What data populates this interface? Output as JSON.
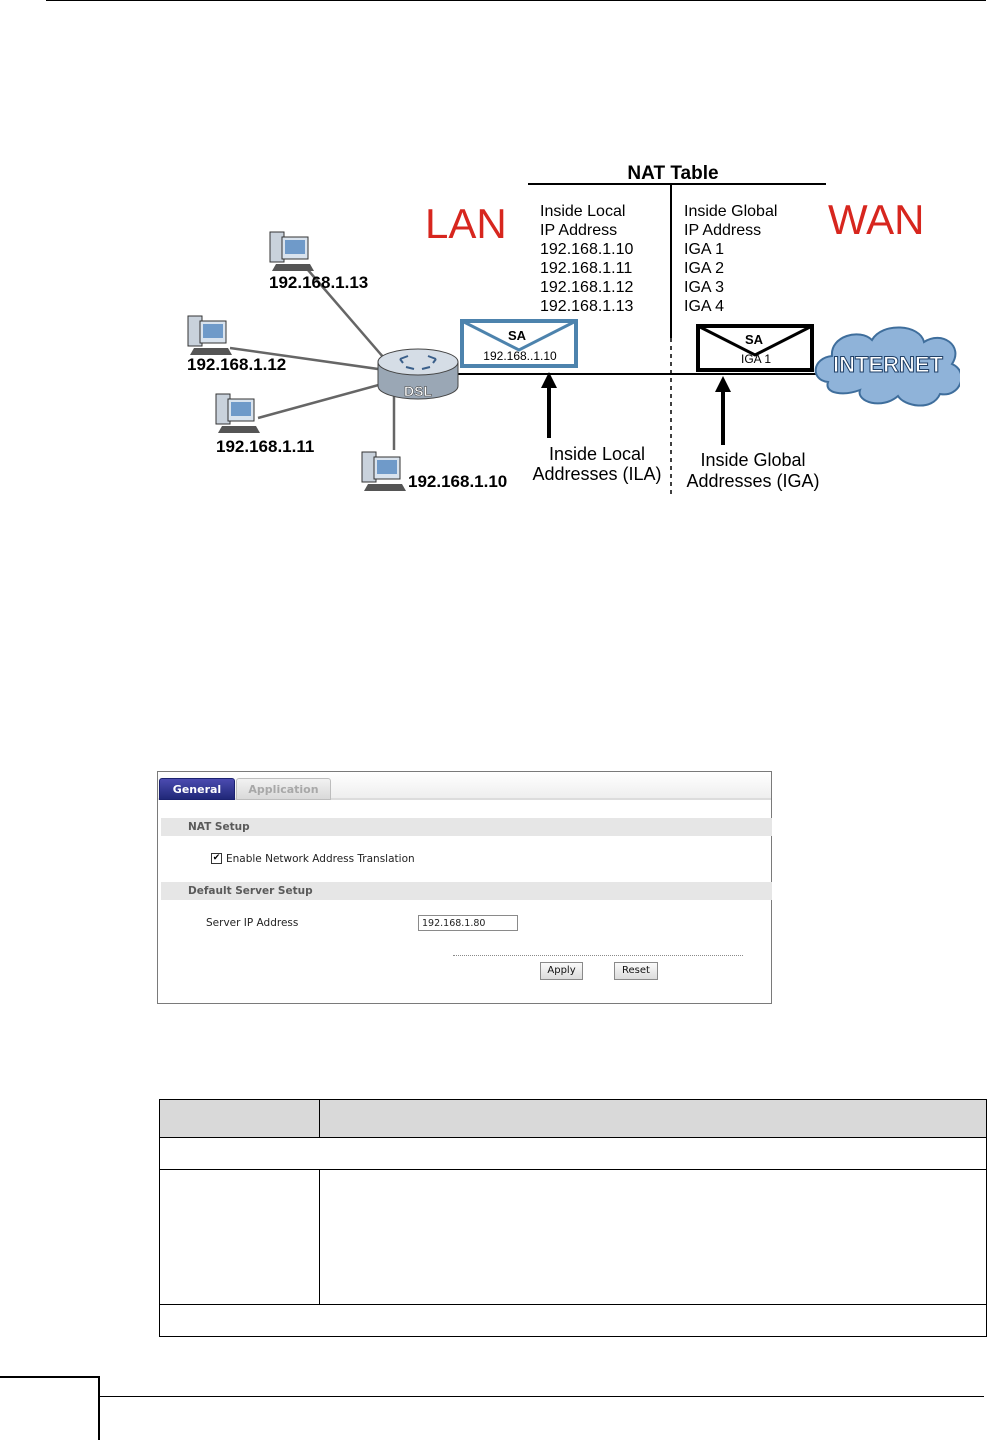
{
  "diagram": {
    "nat_table_title": "NAT Table",
    "lan_label": "LAN",
    "wan_label": "WAN",
    "inside_local_header": [
      "Inside Local",
      "IP Address"
    ],
    "inside_global_header": [
      "Inside Global",
      "IP Address"
    ],
    "inside_local_ips": [
      "192.168.1.10",
      "192.168.1.11",
      "192.168.1.12",
      "192.168.1.13"
    ],
    "inside_global_ips": [
      "IGA 1",
      "IGA 2",
      "IGA 3",
      "IGA 4"
    ],
    "hosts": [
      "192.168.1.13",
      "192.168.1.12",
      "192.168.1.11",
      "192.168.1.10"
    ],
    "router_label": "DSL",
    "packet_lan": {
      "title": "SA",
      "address": "192.168..1.10"
    },
    "packet_wan": {
      "title": "SA",
      "address": "IGA 1"
    },
    "internet_label": "INTERNET",
    "ila_caption": [
      "Inside Local",
      "Addresses (ILA)"
    ],
    "iga_caption": [
      "Inside Global",
      "Addresses (IGA)"
    ]
  },
  "panel": {
    "tabs": {
      "general": "General",
      "application": "Application"
    },
    "nat_setup_header": "NAT Setup",
    "enable_nat_label": "Enable Network Address Translation",
    "enable_nat_checked": true,
    "default_server_header": "Default Server Setup",
    "server_ip_label": "Server IP Address",
    "server_ip_value": "192.168.1.80",
    "apply_label": "Apply",
    "reset_label": "Reset"
  }
}
